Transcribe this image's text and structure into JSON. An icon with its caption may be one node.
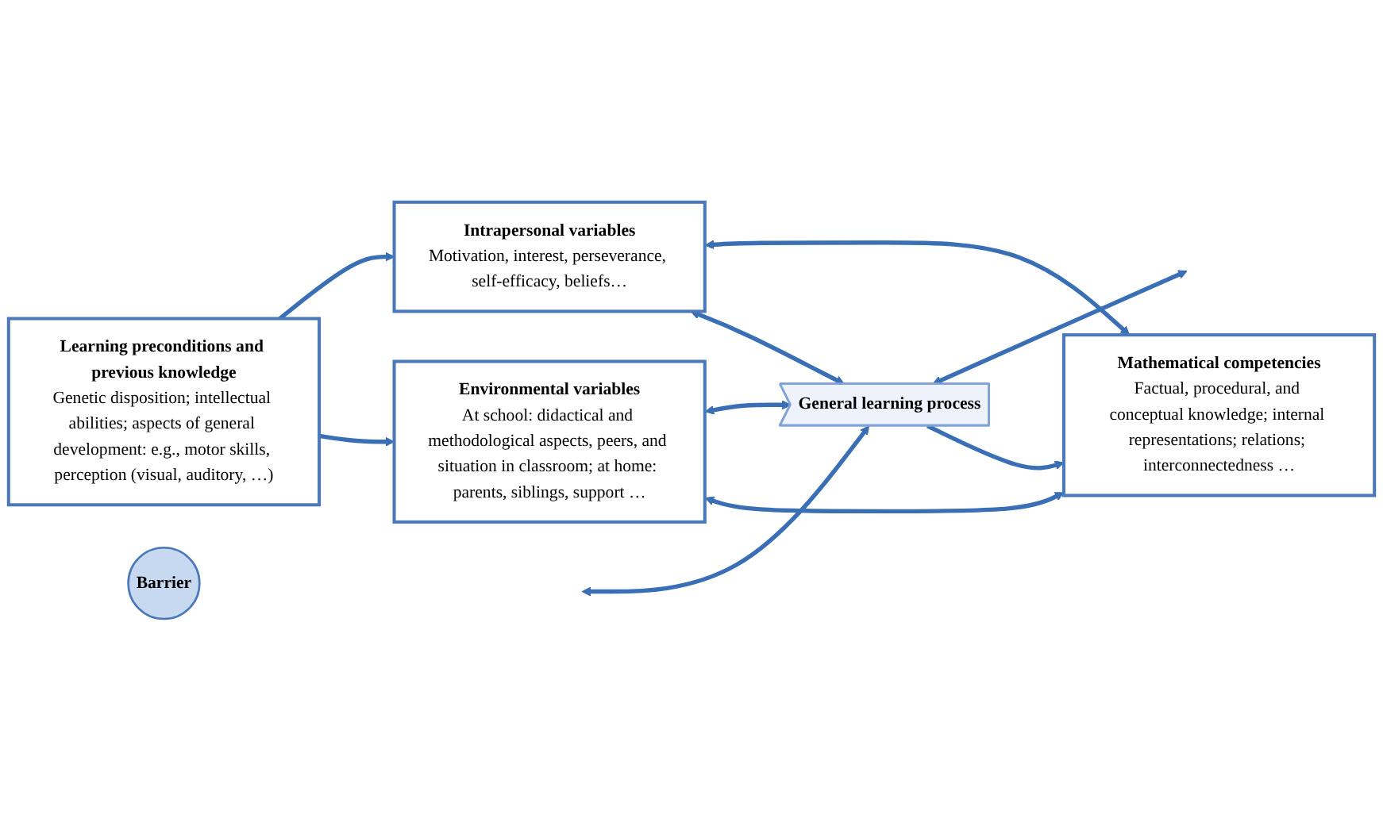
{
  "diagram": {
    "nodes": [
      {
        "text": [
          "Intrapersonal variables",
          "Motivation, interest, perseverance, self-efficacy, beliefs…"
        ]
      },
      {
        "text": [
          "Learning preconditions and previous knowledge",
          "Genetic disposition; intellectual abilities; aspects of general development: e.g., motor skills, perception (visual, auditory, …)"
        ]
      },
      {
        "text": [
          "General learning process"
        ]
      },
      {
        "text": [
          "Barrier"
        ]
      },
      {
        "text": [
          "Mathematical competencies",
          "Factual, procedural, and conceptual knowledge; internal representations; relations; interconnectedness …"
        ]
      },
      {
        "text": [
          "Environmental variables",
          "At school: didactical and methodological aspects, peers, and situation in classroom; at home: parents, siblings, support …"
        ]
      }
    ],
    "edges": [
      {
        "from": 1,
        "to": 0,
        "arrow": "to"
      },
      {
        "from": 0,
        "to": 4,
        "arrow": "both"
      },
      {
        "from": null,
        "to": 2,
        "arrow": "both"
      },
      {
        "from": 0,
        "to": 2,
        "arrow": "both"
      },
      {
        "from": null,
        "to": 2,
        "arrow": "both"
      },
      {
        "from": 5,
        "to": 2,
        "arrow": "both"
      },
      {
        "from": 1,
        "to": 5,
        "arrow": "to"
      },
      {
        "from": 5,
        "to": 4,
        "arrow": "both"
      },
      {
        "from": 2,
        "to": 4,
        "arrow": "to"
      }
    ]
  }
}
